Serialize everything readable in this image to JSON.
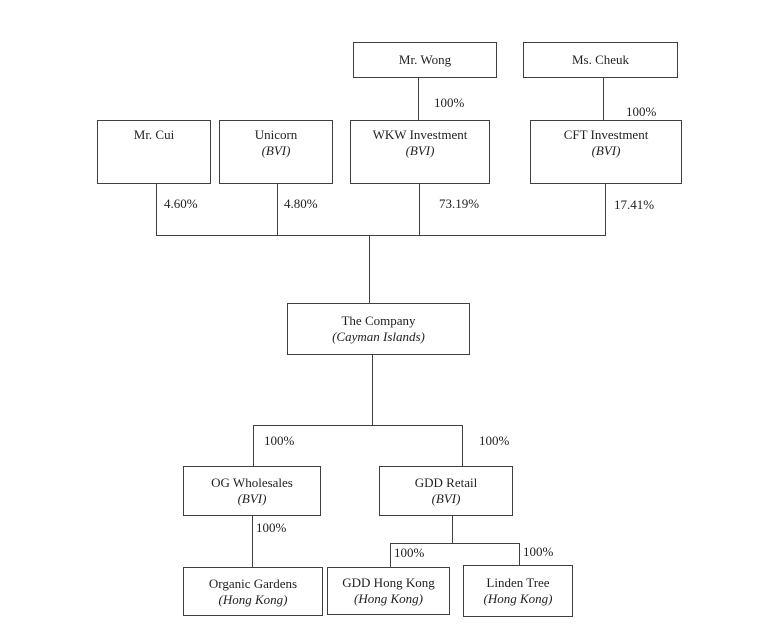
{
  "diagram_type": "corporate-shareholding-structure",
  "colors": {
    "background": "#ffffff",
    "line": "#3f3f3f",
    "text": "#1f1f1f"
  },
  "nodes": {
    "mr_wong": {
      "name": "Mr. Wong"
    },
    "ms_cheuk": {
      "name": "Ms. Cheuk"
    },
    "mr_cui": {
      "name": "Mr. Cui"
    },
    "unicorn": {
      "name": "Unicorn",
      "jurisdiction": "(BVI)"
    },
    "wkw": {
      "name": "WKW Investment",
      "jurisdiction": "(BVI)"
    },
    "cft": {
      "name": "CFT Investment",
      "jurisdiction": "(BVI)"
    },
    "company": {
      "name": "The Company",
      "jurisdiction": "(Cayman Islands)"
    },
    "og_wholesales": {
      "name": "OG Wholesales",
      "jurisdiction": "(BVI)"
    },
    "gdd_retail": {
      "name": "GDD Retail",
      "jurisdiction": "(BVI)"
    },
    "organic_gardens": {
      "name": "Organic Gardens",
      "jurisdiction": "(Hong Kong)"
    },
    "gdd_hong_kong": {
      "name": "GDD Hong Kong",
      "jurisdiction": "(Hong Kong)"
    },
    "linden_tree": {
      "name": "Linden Tree",
      "jurisdiction": "(Hong Kong)"
    }
  },
  "ownership": {
    "wong_to_wkw": "100%",
    "cheuk_to_cft": "100%",
    "cui_to_company": "4.60%",
    "unicorn_to_company": "4.80%",
    "wkw_to_company": "73.19%",
    "cft_to_company": "17.41%",
    "company_to_og": "100%",
    "company_to_gdd": "100%",
    "og_to_organic": "100%",
    "gdd_to_hk": "100%",
    "gdd_to_linden": "100%"
  }
}
